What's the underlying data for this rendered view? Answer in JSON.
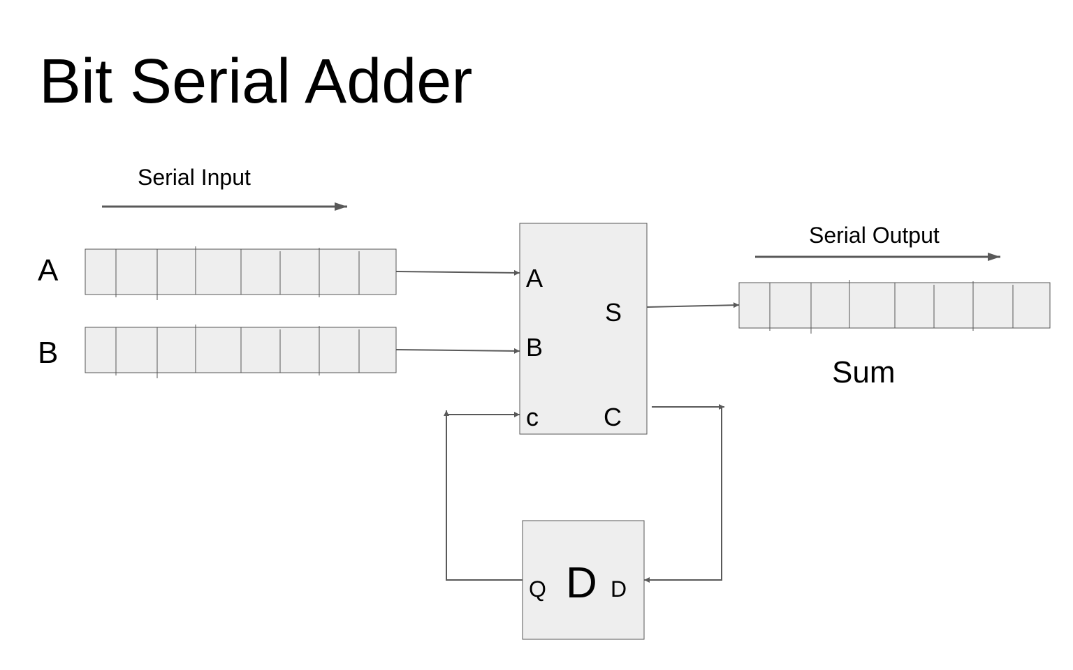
{
  "title": "Bit Serial Adder",
  "serial_input_label": "Serial Input",
  "serial_output_label": "Serial Output",
  "register_a": {
    "label": "A",
    "cells": 8
  },
  "register_b": {
    "label": "B",
    "cells": 8
  },
  "sum_register": {
    "label": "Sum",
    "cells": 8
  },
  "adder": {
    "inputs": [
      "A",
      "B",
      "c"
    ],
    "outputs": [
      "S",
      "C"
    ]
  },
  "flip_flop": {
    "q_label": "Q",
    "name": "D",
    "d_label": "D"
  },
  "colors": {
    "box_fill": "#eeeeee",
    "box_stroke": "#555555",
    "wire": "#595959"
  }
}
